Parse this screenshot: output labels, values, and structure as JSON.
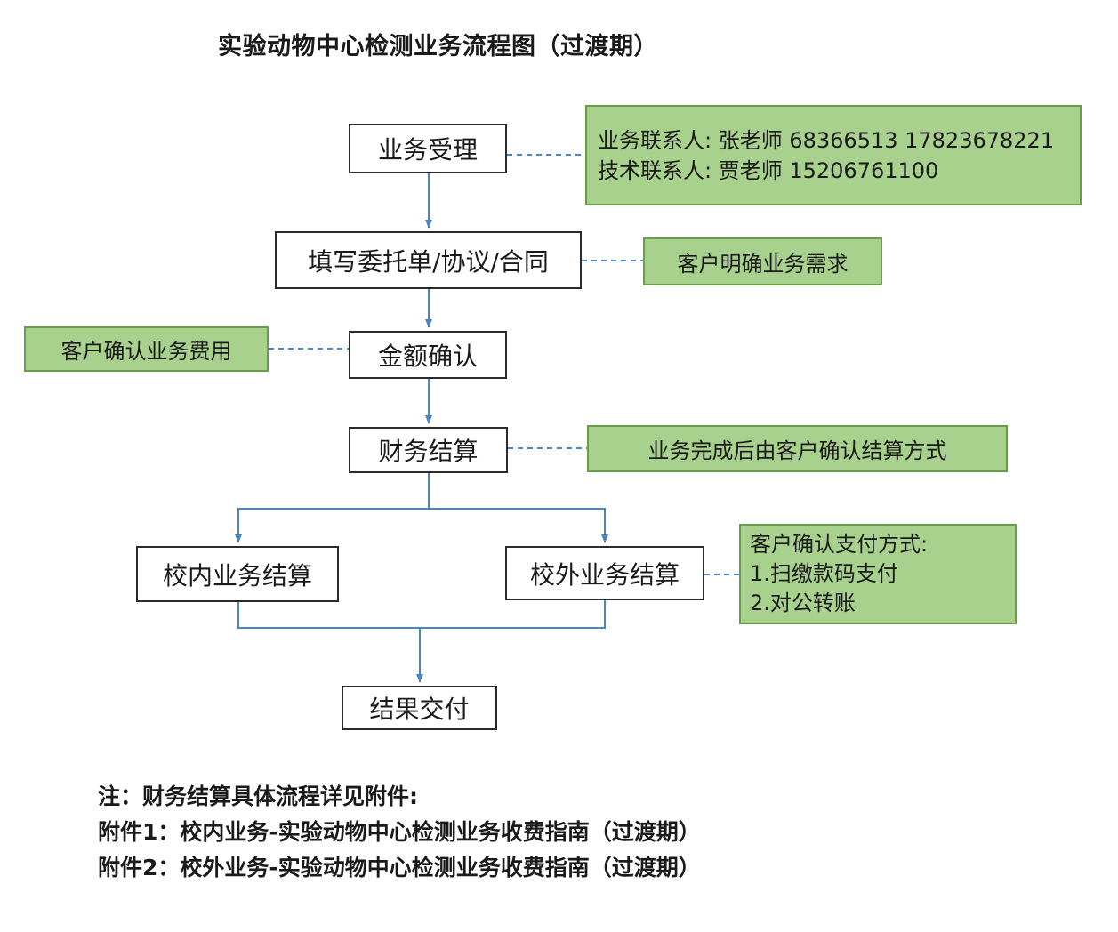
{
  "title": "实验动物中心检测业务流程图（过渡期）",
  "steps": {
    "accept": "业务受理",
    "fill_form": "填写委托单/协议/合同",
    "amount_confirm": "金额确认",
    "settlement": "财务结算",
    "internal": "校内业务结算",
    "external": "校外业务结算",
    "delivery": "结果交付"
  },
  "notes": {
    "contacts": {
      "business": "业务联系人: 张老师 68366513 17823678221",
      "technical": "技术联系人: 贾老师 15206761100"
    },
    "requirement": "客户明确业务需求",
    "fee_confirm": "客户确认业务费用",
    "settle_method": "业务完成后由客户确认结算方式",
    "payment": {
      "heading": "客户确认支付方式:",
      "option1": "1.扫缴款码支付",
      "option2": "2.对公转账"
    }
  },
  "footnote": {
    "line1": "注：财务结算具体流程详见附件:",
    "line2": "附件1：校内业务-实验动物中心检测业务收费指南（过渡期）",
    "line3": "附件2：校外业务-实验动物中心检测业务收费指南（过渡期）"
  },
  "colors": {
    "note_fill": "#a9d18e",
    "note_border": "#6a9d4a",
    "connector": "#4a86c5"
  }
}
